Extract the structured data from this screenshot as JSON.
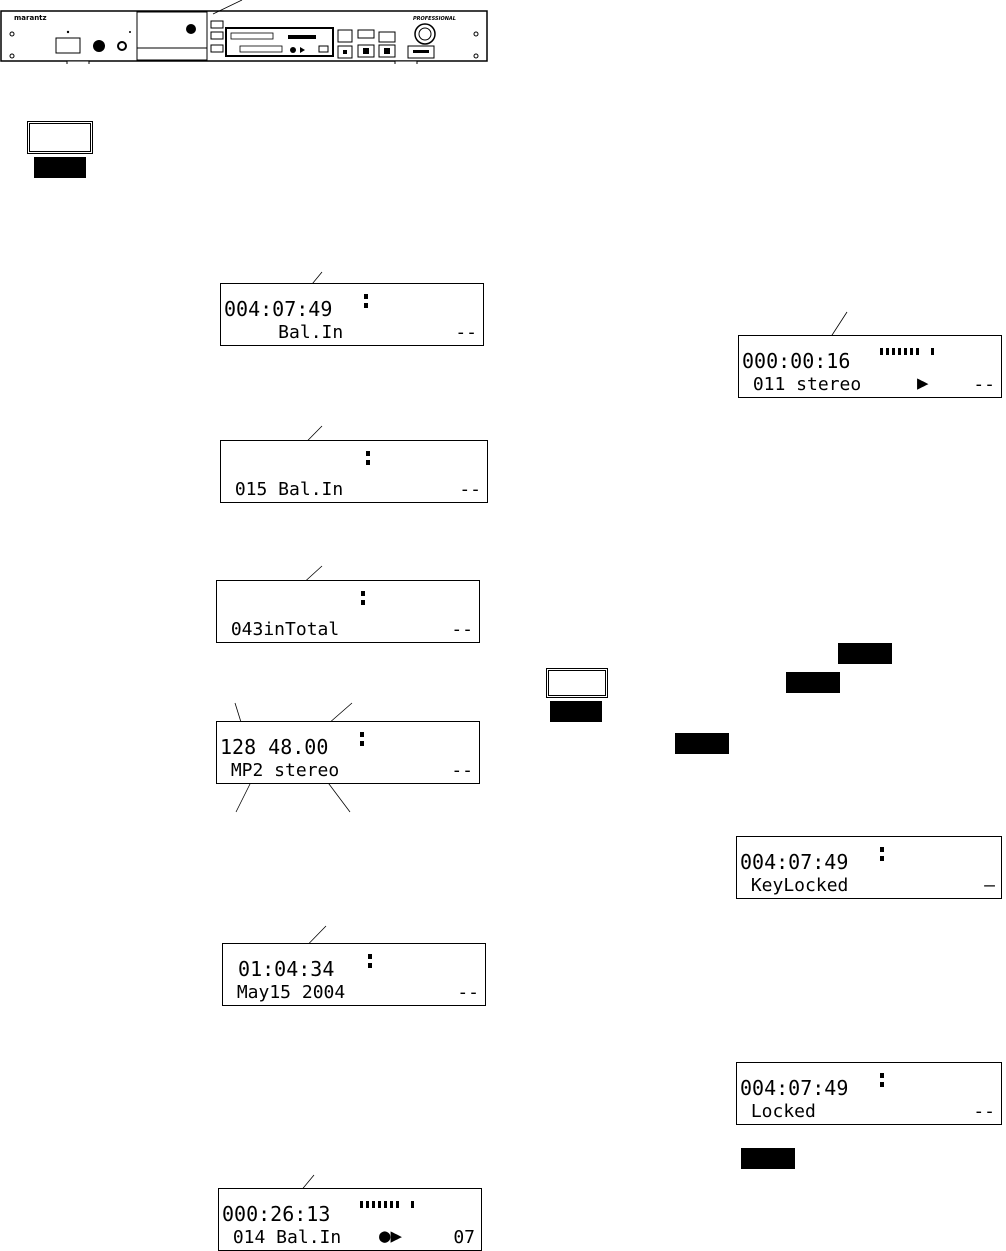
{
  "device": {
    "brand": "marantz",
    "series": "PROFESSIONAL"
  },
  "displays": [
    {
      "id": "elapsed",
      "line1": "004:07:49",
      "line2": "     Bal.In",
      "corner": "--"
    },
    {
      "id": "track",
      "line1": "",
      "line2": " 015 Bal.In",
      "corner": "--"
    },
    {
      "id": "total",
      "line1": "",
      "line2": " 043inTotal",
      "corner": "--"
    },
    {
      "id": "format",
      "line1": "128 48.00",
      "line2": " MP2 stereo",
      "corner": "--"
    },
    {
      "id": "date",
      "line1": " 01:04:34",
      "line2": " May15 2004",
      "corner": "--"
    },
    {
      "id": "record",
      "line1": "000:26:13",
      "line2": " 014 Bal.In",
      "transport": "●▶",
      "corner": "07"
    },
    {
      "id": "play",
      "line1": "000:00:16",
      "line2": " 011 stereo",
      "transport": "▶",
      "corner": "--"
    },
    {
      "id": "keylocked",
      "line1": "004:07:49",
      "line2": " KeyLocked",
      "corner": "—"
    },
    {
      "id": "locked",
      "line1": "004:07:49",
      "line2": " Locked",
      "corner": "--"
    }
  ]
}
